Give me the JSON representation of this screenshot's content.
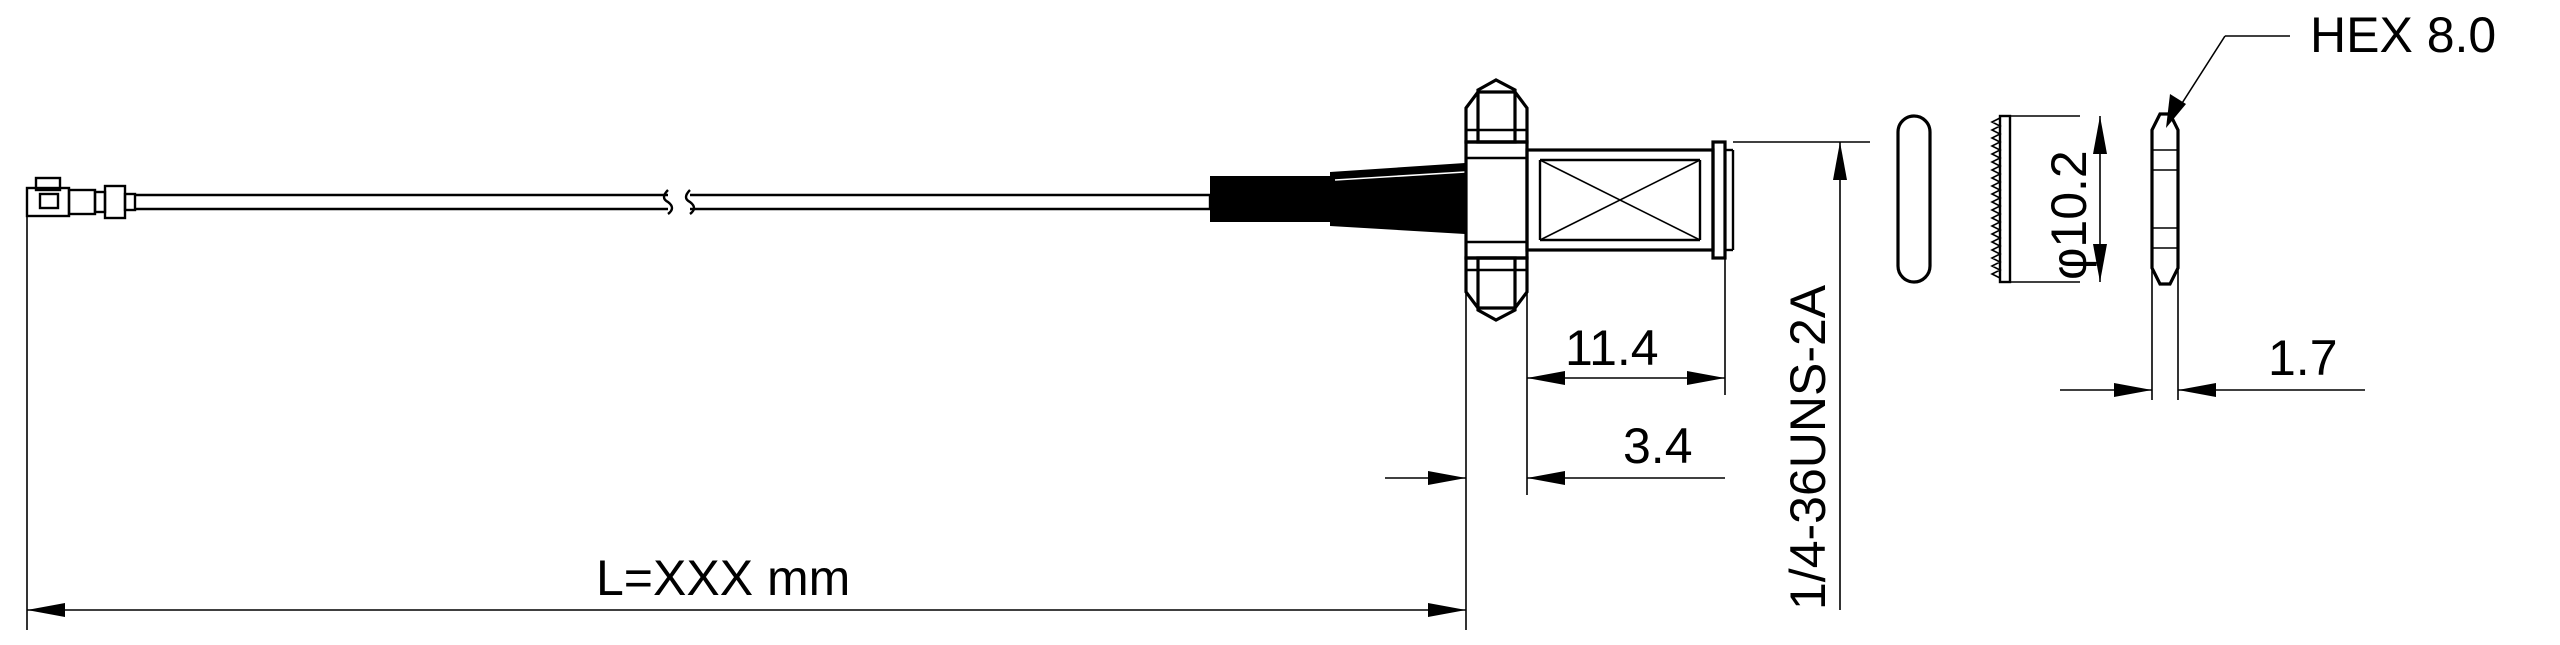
{
  "labels": {
    "length": "L=XXX mm",
    "flange_length": "11.4",
    "nut_thickness": "3.4",
    "thread": "1/4-36UNS-2A",
    "lockwasher_od": "φ10.2",
    "hex": "HEX 8.0",
    "nut_width": "1.7"
  }
}
